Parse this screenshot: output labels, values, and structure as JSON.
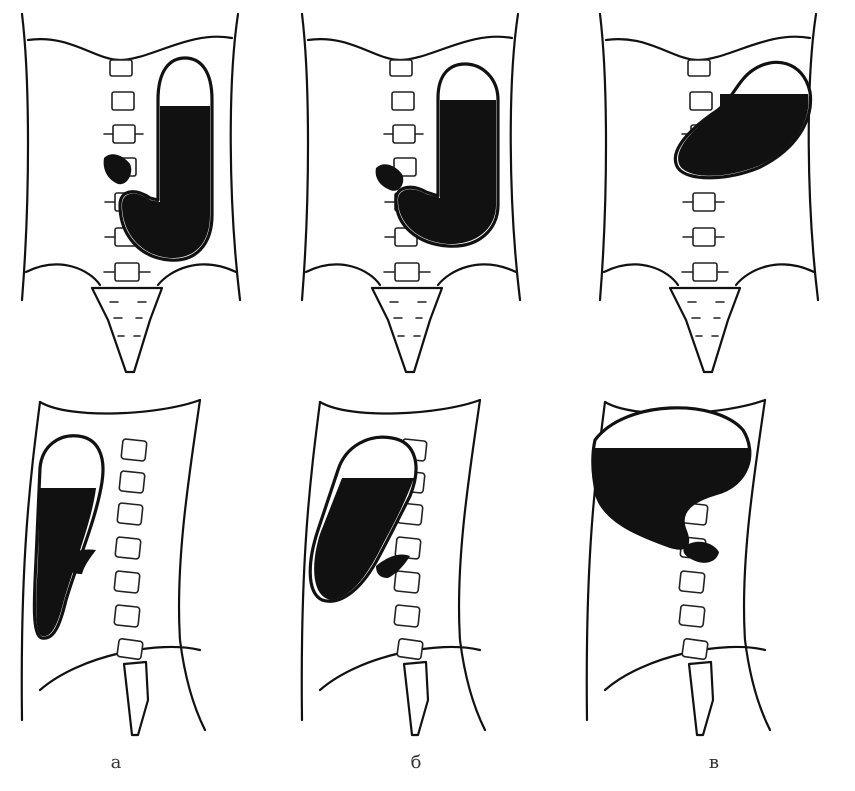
{
  "captions": [
    "а",
    "б",
    "в"
  ]
}
